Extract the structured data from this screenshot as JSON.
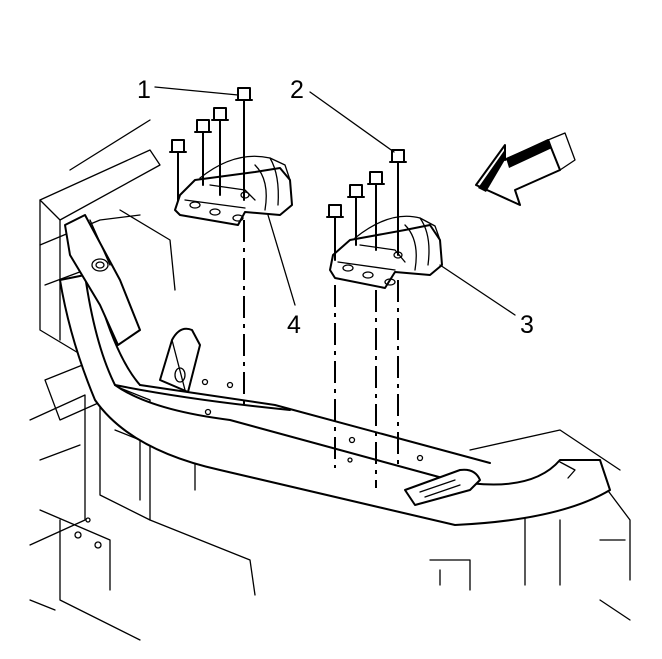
{
  "callouts": [
    {
      "id": "1",
      "label": "1"
    },
    {
      "id": "2",
      "label": "2"
    },
    {
      "id": "3",
      "label": "3"
    },
    {
      "id": "4",
      "label": "4"
    }
  ],
  "colors": {
    "ink": "#000000",
    "paper": "#ffffff"
  },
  "icons": {
    "direction_arrow": "front-arrow-icon",
    "bolt": "bolt-icon"
  }
}
